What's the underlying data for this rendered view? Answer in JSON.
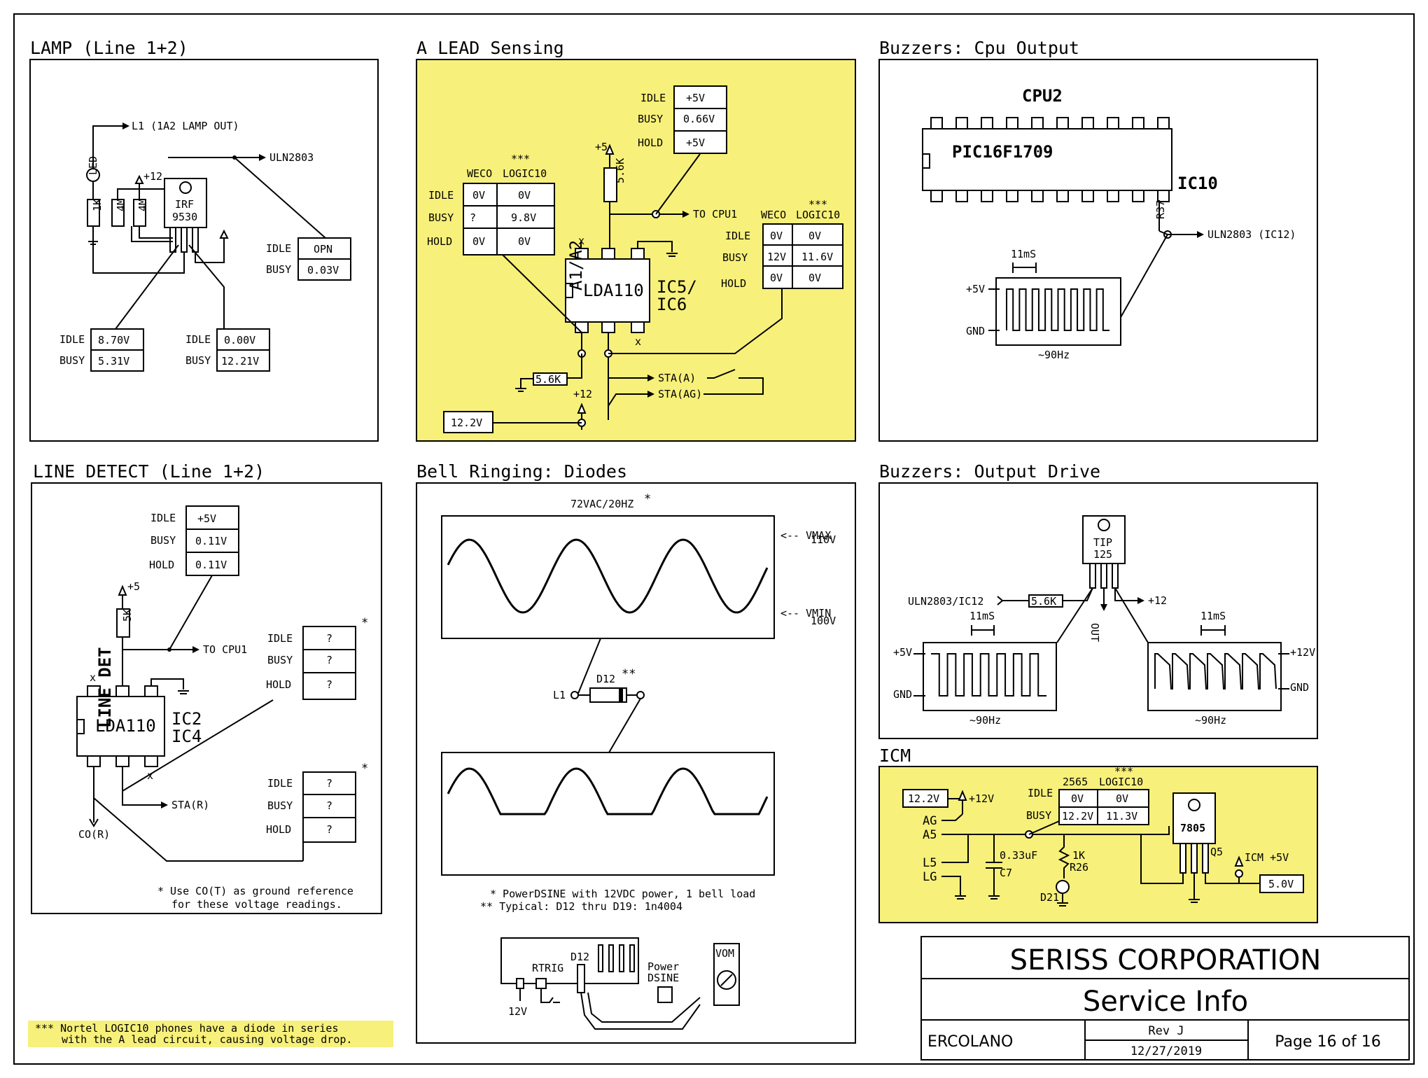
{
  "sheet": {
    "panels": {
      "lamp": "LAMP (Line 1+2)",
      "alead": "A LEAD Sensing",
      "buzz_cpu": "Buzzers: Cpu Output",
      "linedet": "LINE DETECT (Line 1+2)",
      "bell": "Bell Ringing: Diodes",
      "buzz_drive": "Buzzers: Output Drive",
      "icm": "ICM"
    },
    "title_block": {
      "company": "SERISS CORPORATION",
      "title": "Service Info",
      "project": "ERCOLANO",
      "rev": "Rev J",
      "date": "12/27/2019",
      "page": "Page 16 of 16"
    },
    "footnote": {
      "line1": "*** Nortel LOGIC10 phones have a diode in series",
      "line2": "with the A lead circuit, causing voltage drop."
    }
  },
  "lamp": {
    "l1": "L1 (1A2 LAMP OUT)",
    "uln": "ULN2803",
    "led": "LED",
    "r1k": "1K",
    "r4m_a": "4M",
    "r4m_b": "4M",
    "plus12": "+12",
    "fet_a": "IRF",
    "fet_b": "9530",
    "table_right": {
      "idle_label": "IDLE",
      "idle_val": "OPN",
      "busy_label": "BUSY",
      "busy_val": "0.03V"
    },
    "table_left": {
      "idle_label": "IDLE",
      "idle_val": "8.70V",
      "busy_label": "BUSY",
      "busy_val": "5.31V"
    },
    "table_mid": {
      "idle_label": "IDLE",
      "idle_val": "0.00V",
      "busy_label": "BUSY",
      "busy_val": "12.21V"
    }
  },
  "alead": {
    "top_table": {
      "idle_label": "IDLE",
      "idle_val": "+5V",
      "busy_label": "BUSY",
      "busy_val": "0.66V",
      "hold_label": "HOLD",
      "hold_val": "+5V"
    },
    "plus5": "+5",
    "r56k_a": "5.6K",
    "to_cpu": "TO CPU1",
    "left_table": {
      "stars": "***",
      "hdr_a": "WECO",
      "hdr_b": "LOGIC10",
      "idle_label": "IDLE",
      "idle_a": "0V",
      "idle_b": "0V",
      "busy_label": "BUSY",
      "busy_a": "?",
      "busy_b": "9.8V",
      "hold_label": "HOLD",
      "hold_a": "0V",
      "hold_b": "0V"
    },
    "right_table": {
      "stars": "***",
      "hdr_a": "WECO",
      "hdr_b": "LOGIC10",
      "idle_label": "IDLE",
      "idle_a": "0V",
      "idle_b": "0V",
      "busy_label": "BUSY",
      "busy_a": "12V",
      "busy_b": "11.6V",
      "hold_label": "HOLD",
      "hold_a": "0V",
      "hold_b": "0V"
    },
    "chip": "LDA110",
    "chip_side": "A1/A2",
    "ic_a": "IC5/",
    "ic_b": "IC6",
    "r56k_b": "5.6K",
    "sta_a": "STA(A)",
    "sta_ag": "STA(AG)",
    "plus12": "+12",
    "v12": "12.2V",
    "x": "x"
  },
  "buzz_cpu": {
    "cpu": "CPU2",
    "part": "PIC16F1709",
    "ic": "IC10",
    "r": "R37",
    "uln": "ULN2803 (IC12)",
    "period": "11mS",
    "v5": "+5V",
    "gnd": "GND",
    "freq": "~90Hz"
  },
  "linedet": {
    "table_top": {
      "idle_label": "IDLE",
      "idle_val": "+5V",
      "busy_label": "BUSY",
      "busy_val": "0.11V",
      "hold_label": "HOLD",
      "hold_val": "0.11V"
    },
    "plus5": "+5",
    "r5k": "5K",
    "to_cpu": "TO CPU1",
    "table_q1": {
      "idle_label": "IDLE",
      "idle_val": "?",
      "busy_label": "BUSY",
      "busy_val": "?",
      "hold_label": "HOLD",
      "hold_val": "?",
      "star": "*"
    },
    "table_q2": {
      "idle_label": "IDLE",
      "idle_val": "?",
      "busy_label": "BUSY",
      "busy_val": "?",
      "hold_label": "HOLD",
      "hold_val": "?",
      "star": "*"
    },
    "chip": "LDA110",
    "side": "LINE DET",
    "ic_a": "IC2",
    "ic_b": "IC4",
    "sta_r": "STA(R)",
    "co_r": "CO(R)",
    "note1": "* Use CO(T) as ground reference",
    "note2": "for these voltage readings.",
    "x": "x"
  },
  "bell": {
    "wave_title": "72VAC/20HZ",
    "star": "*",
    "vmax_a": "<-- VMAX",
    "vmax_b": "110V",
    "vmin_a": "<-- VMIN",
    "vmin_b": "100V",
    "l1": "L1",
    "diode": "D12",
    "dstars": "**",
    "note1": "* PowerDSINE with 12VDC power, 1 bell load",
    "note2": "** Typical: D12 thru D19: 1n4004",
    "rtrig": "RTRIG",
    "d12": "D12",
    "power_a": "Power",
    "power_b": "DSINE",
    "v12": "12V",
    "vom": "VOM"
  },
  "buzz_drive": {
    "tip_a": "TIP",
    "tip_b": "125",
    "uln": "ULN2803/IC12",
    "r56k": "5.6K",
    "plus12": "+12",
    "out": "OUT",
    "period_l": "11mS",
    "period_r": "11mS",
    "v5": "+5V",
    "gnd_l": "GND",
    "v12": "+12V",
    "gnd_r": "GND",
    "freq_l": "~90Hz",
    "freq_r": "~90Hz"
  },
  "icm": {
    "v12": "12.2V",
    "plus12": "+12V",
    "ag": "AG",
    "a5": "A5",
    "l5": "L5",
    "lg": "LG",
    "table": {
      "stars": "***",
      "hdr_a": "2565",
      "hdr_b": "LOGIC10",
      "idle_label": "IDLE",
      "idle_a": "0V",
      "idle_b": "0V",
      "busy_label": "BUSY",
      "busy_a": "12.2V",
      "busy_b": "11.3V"
    },
    "reg": "7805",
    "q": "Q5",
    "cap_a": "0.33uF",
    "cap_b": "C7",
    "res_a": "1K",
    "res_b": "R26",
    "d": "D21",
    "icm5": "ICM +5V",
    "v5": "5.0V"
  }
}
